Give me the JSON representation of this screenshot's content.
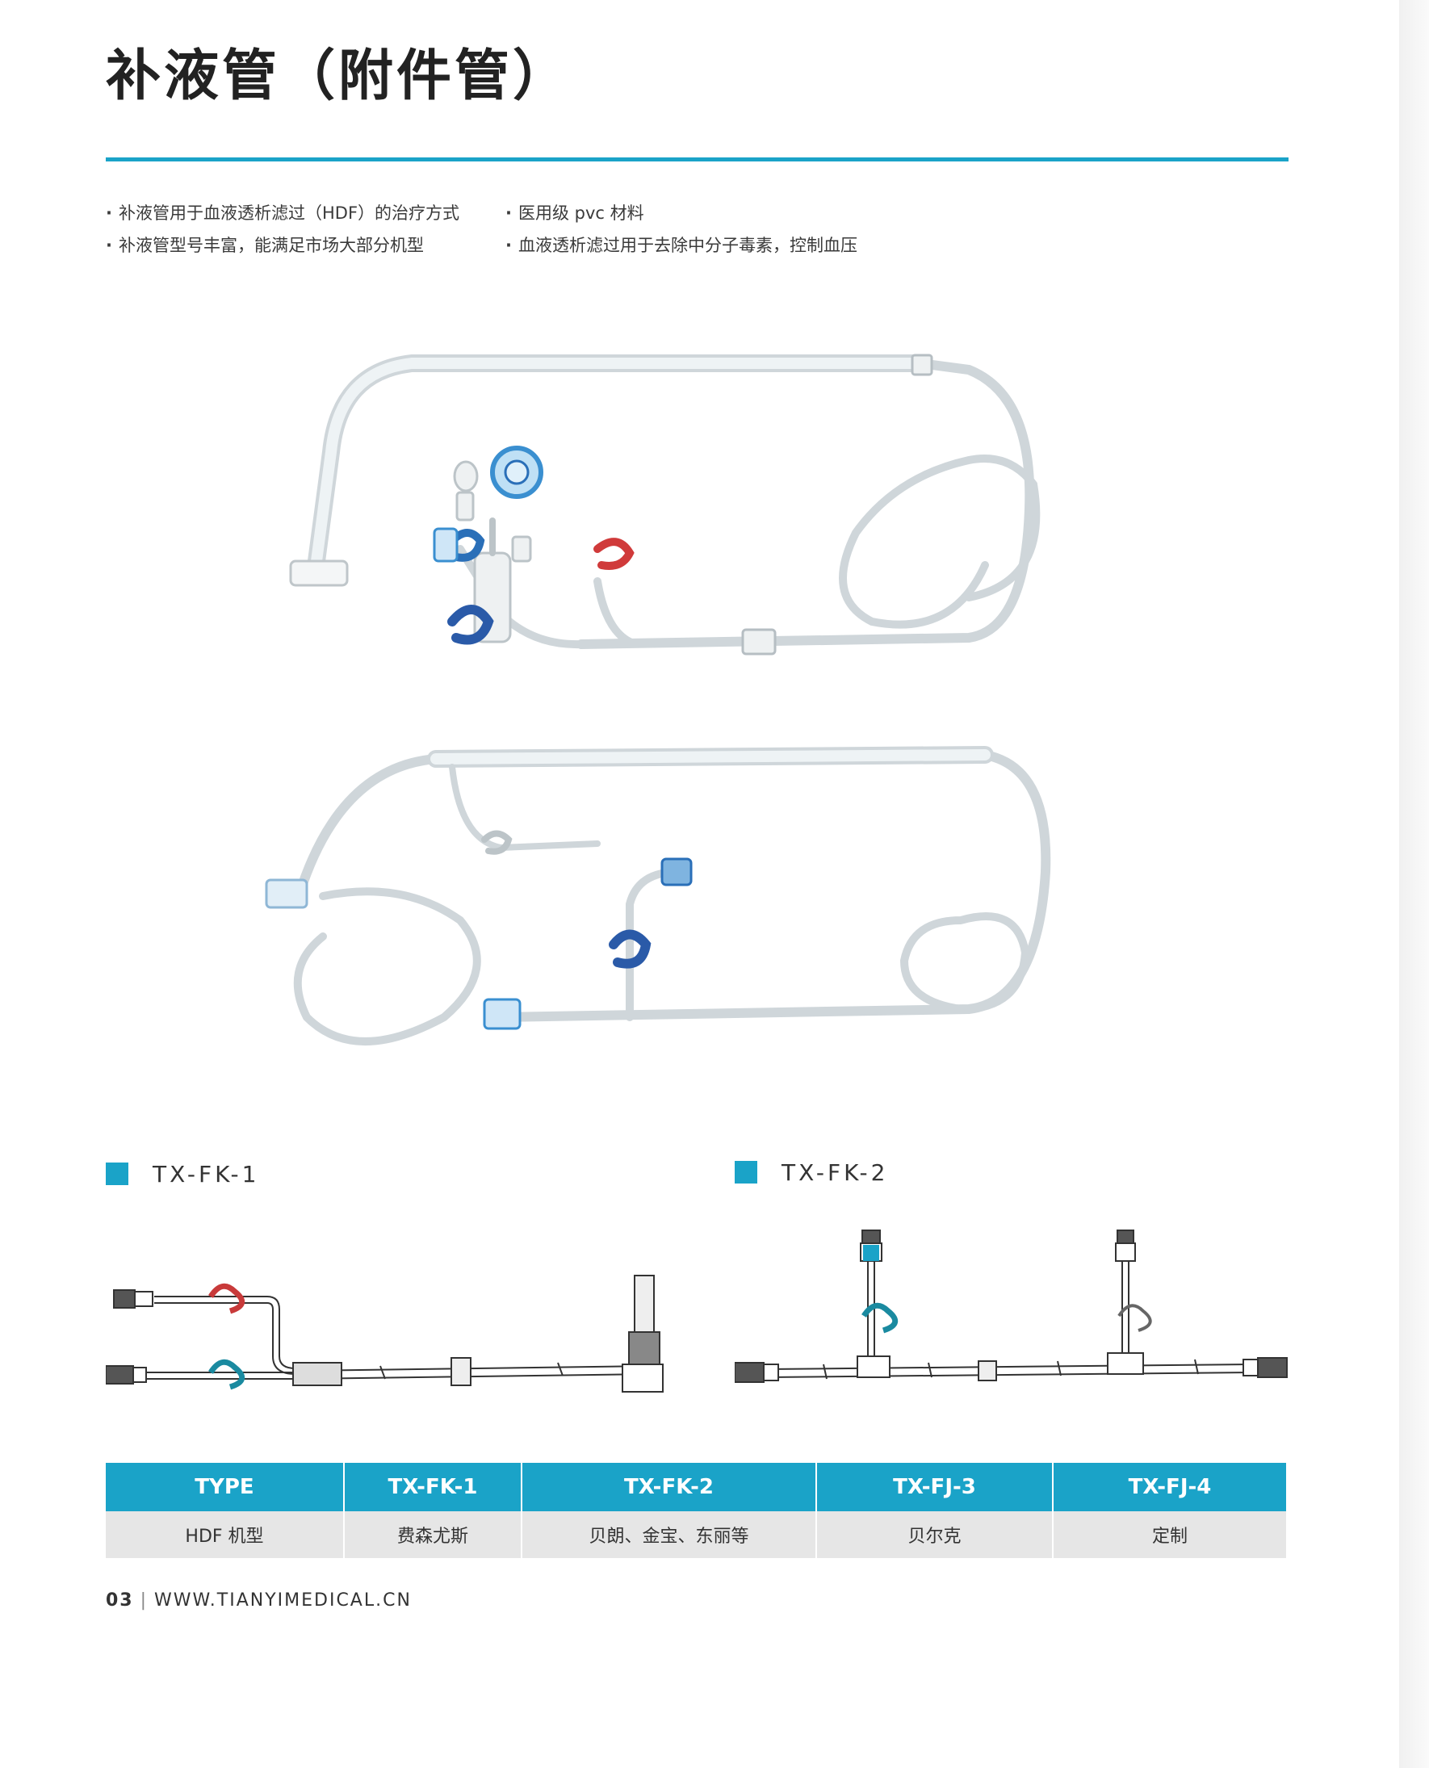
{
  "title": "补液管（附件管）",
  "bullets": [
    "补液管用于血液透析滤过（HDF）的治疗方式",
    "医用级 pvc 材料",
    "补液管型号丰富，能满足市场大部分机型",
    "血液透析滤过用于去除中分子毒素，控制血压"
  ],
  "models": {
    "left": "TX-FK-1",
    "right": "TX-FK-2"
  },
  "table": {
    "headers": [
      "TYPE",
      "TX-FK-1",
      "TX-FK-2",
      "TX-FJ-3",
      "TX-FJ-4"
    ],
    "row": [
      "HDF 机型",
      "费森尤斯",
      "贝朗、金宝、东丽等",
      "贝尔克",
      "定制"
    ]
  },
  "footer": {
    "page": "03",
    "url": "WWW.TIANYIMEDICAL.CN"
  },
  "colors": {
    "accent": "#1aa3c8",
    "clamp_red": "#c83a3a",
    "clamp_blue": "#2a6fb8",
    "clamp_teal": "#1a8aa0"
  }
}
